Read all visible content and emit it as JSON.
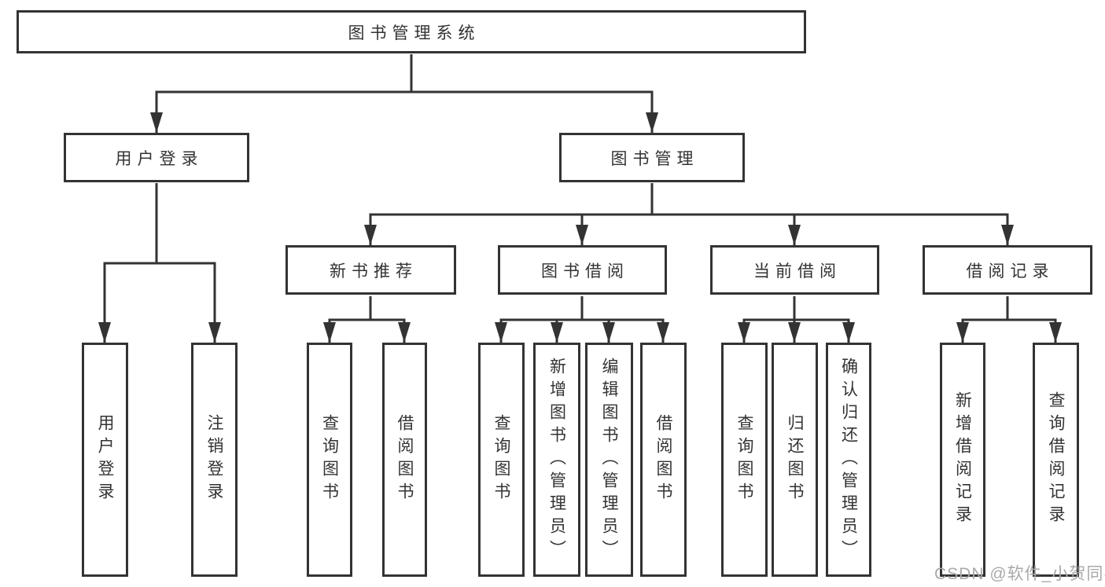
{
  "colors": {
    "line": "#333333",
    "box-border": "#333333",
    "text": "#333333",
    "watermark": "#a9a9a9",
    "background": "#ffffff"
  },
  "tree": {
    "label": "图书管理系统",
    "children": [
      {
        "label": "用户登录",
        "children": [
          {
            "label": "用户登录"
          },
          {
            "label": "注销登录"
          }
        ]
      },
      {
        "label": "图书管理",
        "children": [
          {
            "label": "新书推荐",
            "children": [
              {
                "label": "查询图书"
              },
              {
                "label": "借阅图书"
              }
            ]
          },
          {
            "label": "图书借阅",
            "children": [
              {
                "label": "查询图书"
              },
              {
                "label": "新增图书（管理员）"
              },
              {
                "label": "编辑图书（管理员）"
              },
              {
                "label": "借阅图书"
              }
            ]
          },
          {
            "label": "当前借阅",
            "children": [
              {
                "label": "查询图书"
              },
              {
                "label": "归还图书"
              },
              {
                "label": "确认归还（管理员）"
              }
            ]
          },
          {
            "label": "借阅记录",
            "children": [
              {
                "label": "新增借阅记录"
              },
              {
                "label": "查询借阅记录"
              }
            ]
          }
        ]
      }
    ]
  },
  "watermark": {
    "text": "CSDN @软件_小贺同学"
  }
}
